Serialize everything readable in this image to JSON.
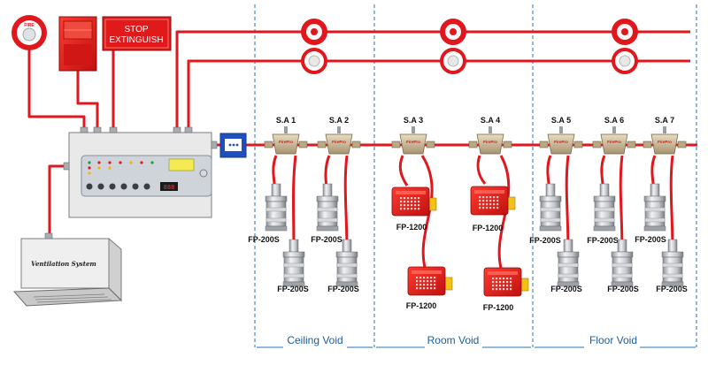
{
  "stop_button": {
    "line1": "STOP",
    "line2": "EXTINGUISH"
  },
  "fire_alarm": {
    "label": "FIRE"
  },
  "ventilation": {
    "label": "Ventilation System"
  },
  "zones": [
    {
      "name": "Ceiling Void"
    },
    {
      "name": "Room Void"
    },
    {
      "name": "Floor Void"
    }
  ],
  "splitters": [
    {
      "label": "S.A 1"
    },
    {
      "label": "S.A 2"
    },
    {
      "label": "S.A 3"
    },
    {
      "label": "S.A 4"
    },
    {
      "label": "S.A 5"
    },
    {
      "label": "S.A 6"
    },
    {
      "label": "S.A 7"
    }
  ],
  "splitter_brand": "FirePro",
  "devices": {
    "fp200s": "FP-200S",
    "fp1200": "FP-1200"
  },
  "colors": {
    "cable": "#e0171d",
    "zone_border": "#2a72b5",
    "panel": "#e6e6e6"
  }
}
